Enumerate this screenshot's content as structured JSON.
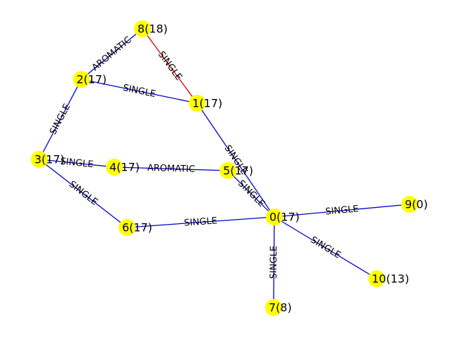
{
  "graph": {
    "node_color": "#ffff00",
    "nodes": [
      {
        "id": "0",
        "label": "0(17)"
      },
      {
        "id": "1",
        "label": "1(17)"
      },
      {
        "id": "2",
        "label": "2(17)"
      },
      {
        "id": "3",
        "label": "3(17)"
      },
      {
        "id": "4",
        "label": "4(17)"
      },
      {
        "id": "5",
        "label": "5(17)"
      },
      {
        "id": "6",
        "label": "6(17)"
      },
      {
        "id": "7",
        "label": "7(8)"
      },
      {
        "id": "8",
        "label": "8(18)"
      },
      {
        "id": "9",
        "label": "9(0)"
      },
      {
        "id": "10",
        "label": "10(13)"
      }
    ],
    "edges": [
      {
        "source": "8",
        "target": "2",
        "label": "AROMATIC",
        "color": "#0000cc"
      },
      {
        "source": "8",
        "target": "1",
        "label": "SINGLE",
        "color": "#cc0000"
      },
      {
        "source": "2",
        "target": "1",
        "label": "SINGLE",
        "color": "#0000cc"
      },
      {
        "source": "2",
        "target": "3",
        "label": "SINGLE",
        "color": "#0000cc"
      },
      {
        "source": "3",
        "target": "4",
        "label": "SINGLE",
        "color": "#0000cc"
      },
      {
        "source": "3",
        "target": "6",
        "label": "SINGLE",
        "color": "#0000cc"
      },
      {
        "source": "4",
        "target": "5",
        "label": "AROMATIC",
        "color": "#0000cc"
      },
      {
        "source": "1",
        "target": "0",
        "label": "SINGLE",
        "color": "#0000cc"
      },
      {
        "source": "5",
        "target": "0",
        "label": "SINGLE",
        "color": "#0000cc"
      },
      {
        "source": "6",
        "target": "0",
        "label": "SINGLE",
        "color": "#0000cc"
      },
      {
        "source": "0",
        "target": "9",
        "label": "SINGLE",
        "color": "#0000cc"
      },
      {
        "source": "0",
        "target": "10",
        "label": "SINGLE",
        "color": "#0000cc"
      },
      {
        "source": "0",
        "target": "7",
        "label": "SINGLE",
        "color": "#0000cc"
      }
    ]
  }
}
